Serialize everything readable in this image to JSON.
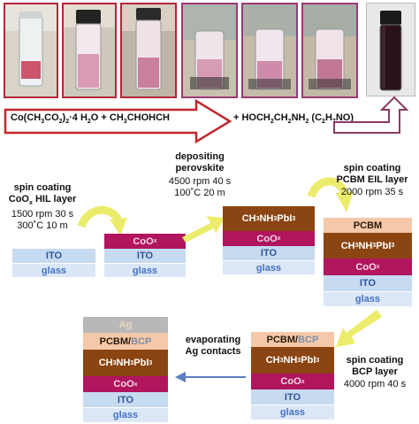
{
  "reaction": {
    "reactant_main": "Co(CH",
    "reactant_sub1": "3",
    "reactant_p2": "CO",
    "reactant_sub2": "2",
    "reactant_p3": ")",
    "reactant_sub3": "2",
    "reactant_p4": "·4 H",
    "reactant_sub4": "2",
    "reactant_p5": "O + CH",
    "reactant_sub5": "3",
    "reactant_p6": "CHOHCH",
    "additive_p1": "+ HOCH",
    "additive_sub1": "2",
    "additive_p2": "CH",
    "additive_sub2": "2",
    "additive_p3": "NH",
    "additive_sub3": "2",
    "additive_p4": " (C",
    "additive_sub4": "2",
    "additive_p5": "H",
    "additive_sub5": "7",
    "additive_p6": "NO)"
  },
  "steps": {
    "step1": {
      "line1": "spin coating",
      "line2a": "CoO",
      "line2sub": "x",
      "line2b": " HIL layer",
      "line3": "1500 rpm 30 s",
      "line4": "300˚C 10 m"
    },
    "step2": {
      "line1": "depositing",
      "line2": "perovskite",
      "line3": "4500 rpm 40 s",
      "line4": "100˚C 20 m"
    },
    "step3": {
      "line1": "spin coating",
      "line2": "PCBM EIL layer",
      "line3": "2000 rpm 35 s"
    },
    "step4": {
      "line1": "spin coating",
      "line2": "BCP layer",
      "line3": "4000 rpm 40 s"
    },
    "step5": {
      "line1": "evaporating",
      "line2": "Ag contacts"
    }
  },
  "layers": {
    "ito": "ITO",
    "glass": "glass",
    "coox": "CoO",
    "coox_sub": "x",
    "pero_a": "CH",
    "pero_sub1": "3",
    "pero_b": "NH",
    "pero_sub2": "3",
    "pero_c": "PbI",
    "pero_sub3": "3",
    "pcbm": "PCBM",
    "pcbm_bcp_a": "PCBM/",
    "pcbm_bcp_b": "BCP",
    "ag": "Ag"
  },
  "colors": {
    "red_arrow": "#c0272d",
    "purple_arrow": "#8b3a62",
    "yellow_arrow": "#ecec6c",
    "blue_arrow": "#5b7fbf",
    "coox": "#b0155e",
    "perovskite": "#8b4513",
    "pcbm": "#f4c8a8",
    "ito": "#c6daf0",
    "glass": "#dbe7f6"
  }
}
